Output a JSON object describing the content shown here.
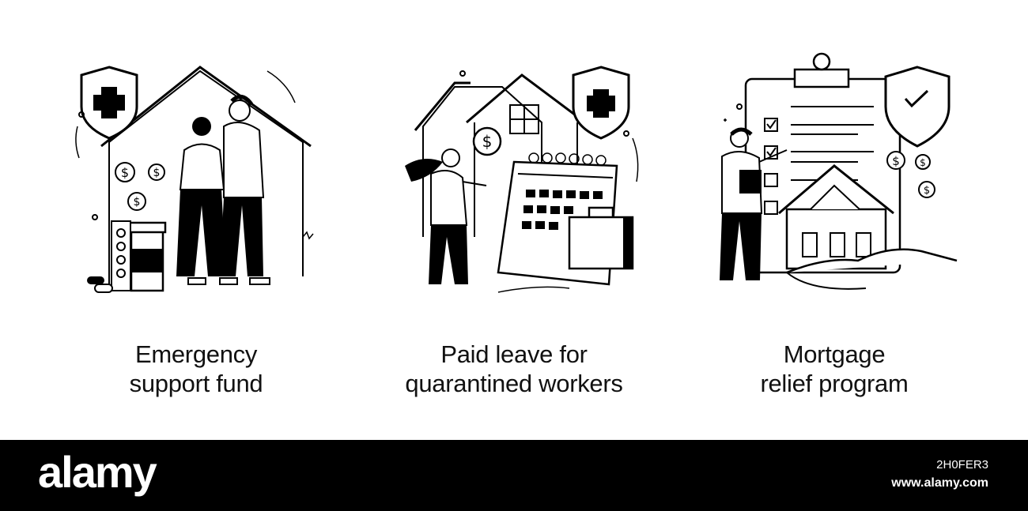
{
  "panels": [
    {
      "line1": "Emergency",
      "line2": "support fund",
      "icon": "emergency-fund-illustration"
    },
    {
      "line1": "Paid leave for",
      "line2": "quarantined workers",
      "icon": "paid-leave-illustration"
    },
    {
      "line1": "Mortgage",
      "line2": "relief program",
      "icon": "mortgage-relief-illustration"
    }
  ],
  "footer": {
    "brand": "alamy",
    "image_id": "2H0FER3",
    "site": "www.alamy.com"
  },
  "colors": {
    "ink": "#000000",
    "background": "#ffffff",
    "footer": "#000000"
  }
}
